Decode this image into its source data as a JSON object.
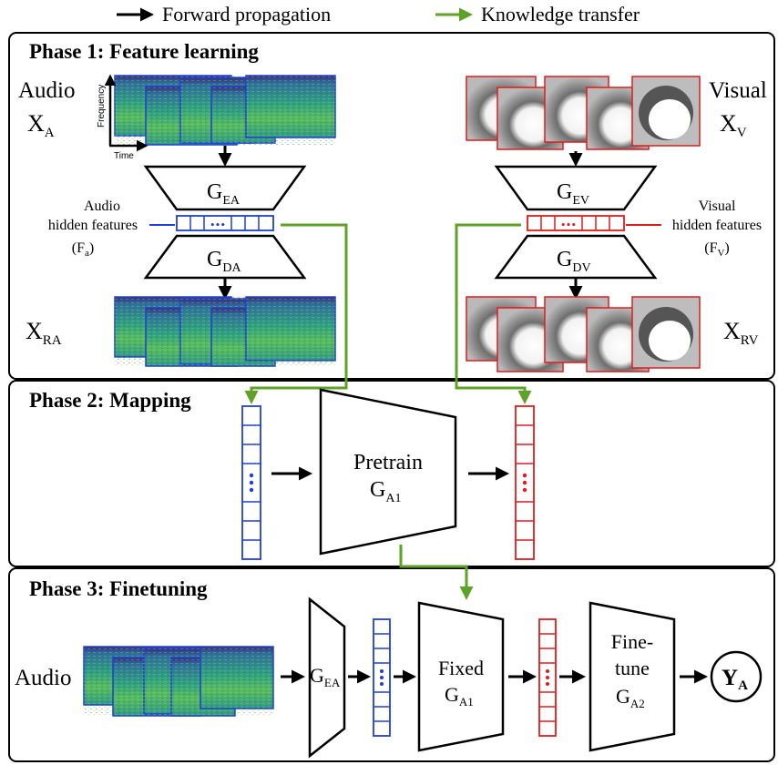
{
  "legend": {
    "forward": "Forward propagation",
    "transfer": "Knowledge transfer"
  },
  "colors": {
    "forward_arrow": "#000000",
    "transfer_arrow": "#5ea327",
    "audio_features": "#1f3fd6",
    "visual_features": "#e11b1b",
    "panel_border": "#000000"
  },
  "phase1": {
    "title": "Phase 1: Feature learning",
    "audio_label": "Audio",
    "audio_input": {
      "base": "X",
      "sub": "A"
    },
    "spectrogram_y_axis": "Frequency",
    "spectrogram_x_axis": "Time",
    "audio_encoder": {
      "base": "G",
      "sub": "EA"
    },
    "audio_decoder": {
      "base": "G",
      "sub": "DA"
    },
    "audio_features_line1": "Audio",
    "audio_features_line2": "hidden features",
    "audio_features_sym": {
      "base": "(F",
      "sub": "a",
      "tail": ")"
    },
    "audio_recon": {
      "base": "X",
      "sub": "RA"
    },
    "visual_label": "Visual",
    "visual_input": {
      "base": "X",
      "sub": "V"
    },
    "visual_encoder": {
      "base": "G",
      "sub": "EV"
    },
    "visual_decoder": {
      "base": "G",
      "sub": "DV"
    },
    "visual_features_line1": "Visual",
    "visual_features_line2": "hidden features",
    "visual_features_sym": {
      "base": "(F",
      "sub": "V",
      "tail": ")"
    },
    "visual_recon": {
      "base": "X",
      "sub": "RV"
    },
    "feature_dots": "•••"
  },
  "phase2": {
    "title": "Phase 2: Mapping",
    "mapper_line1": "Pretrain",
    "mapper_sym": {
      "base": "G",
      "sub": "A1"
    }
  },
  "phase3": {
    "title": "Phase 3: Finetuning",
    "input_label": "Audio",
    "encoder": {
      "base": "G",
      "sub": "EA"
    },
    "fixed_line1": "Fixed",
    "fixed_sym": {
      "base": "G",
      "sub": "A1"
    },
    "finetune_line1": "Fine-",
    "finetune_line2": "tune",
    "finetune_sym": {
      "base": "G",
      "sub": "A2"
    },
    "output": {
      "base": "Y",
      "sub": "A"
    }
  }
}
